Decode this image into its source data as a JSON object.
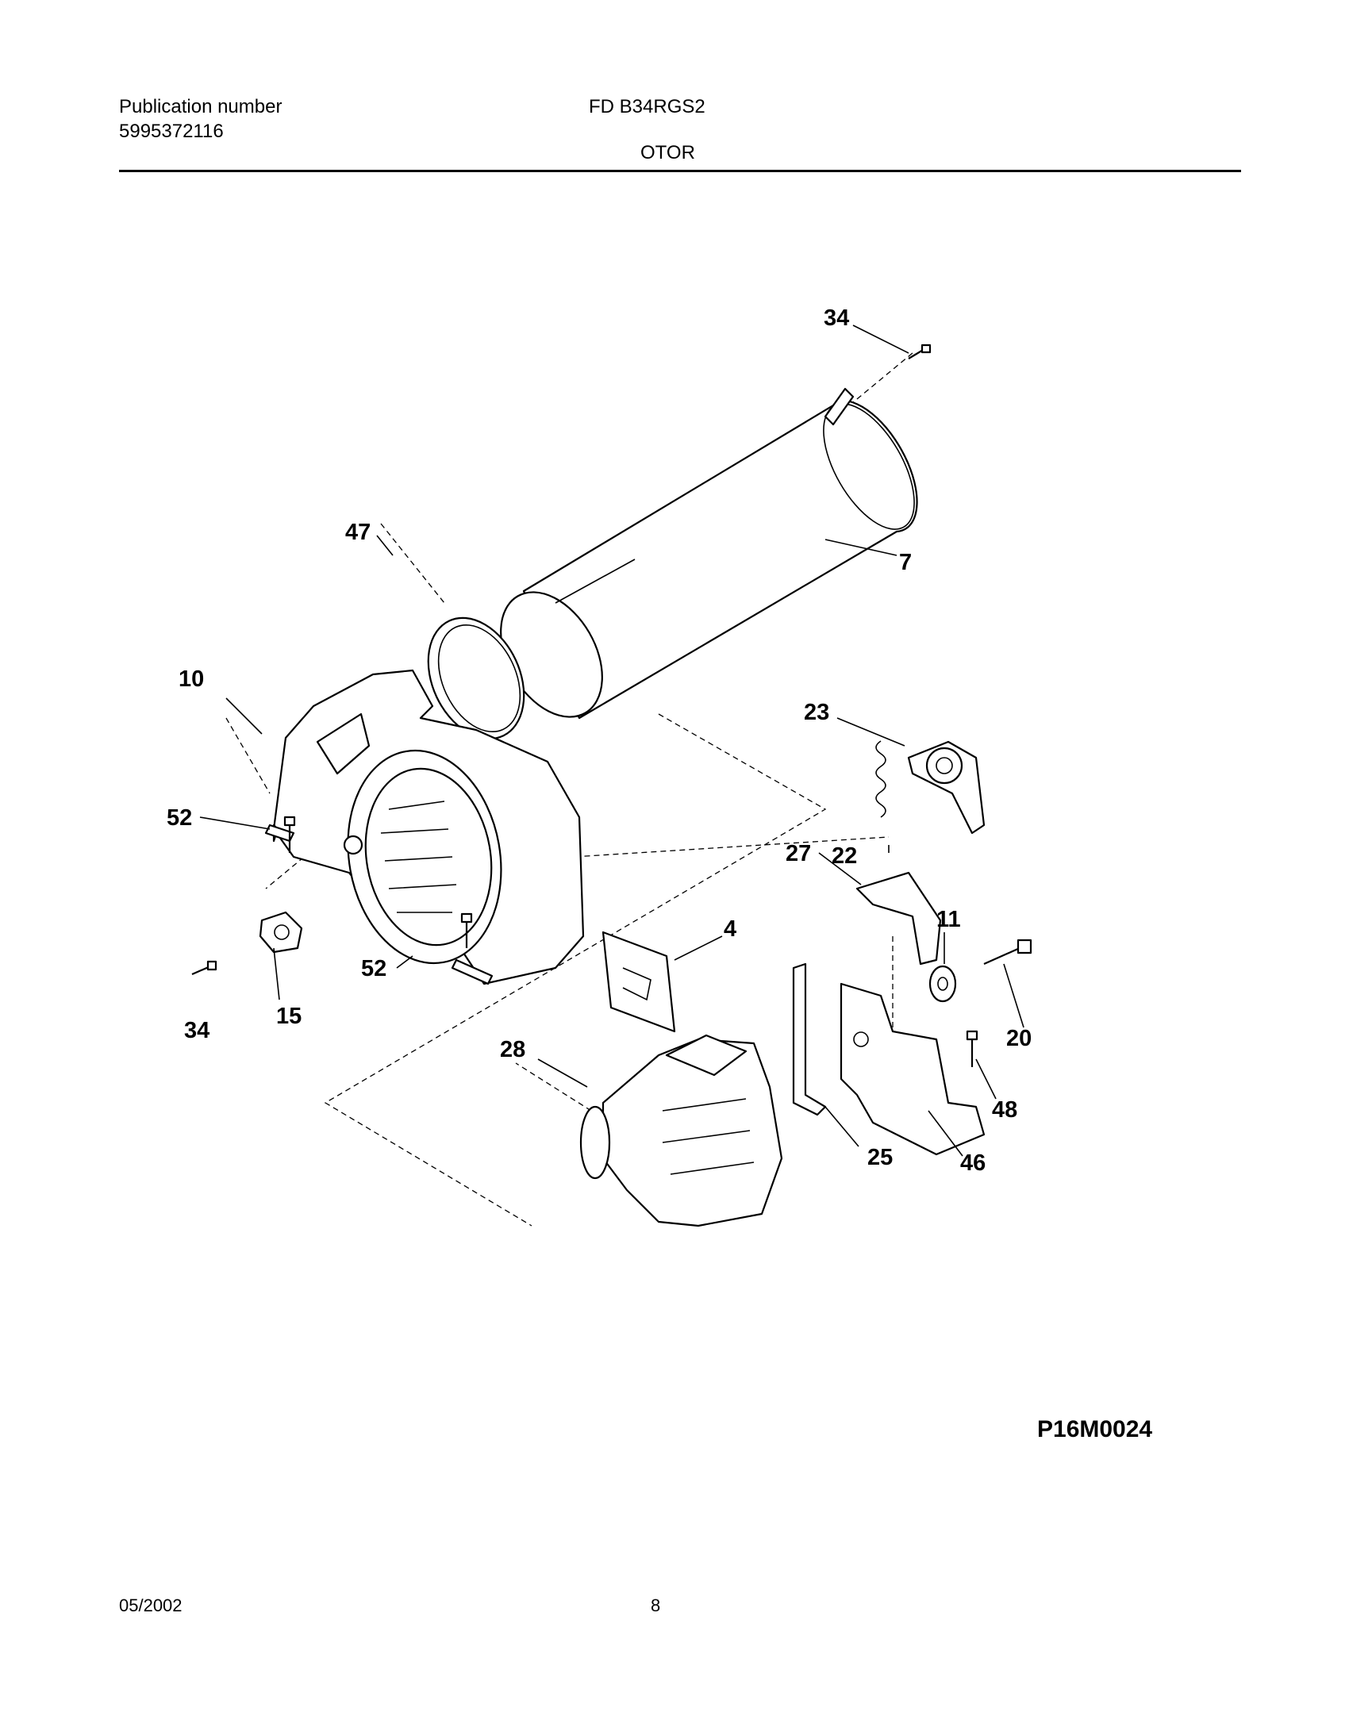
{
  "header": {
    "publication_label": "Publication number",
    "publication_number": "5995372116",
    "model": "FD  B34RGS2",
    "section_title": "OTOR"
  },
  "diagram": {
    "code": "P16M0024",
    "callouts": {
      "c34a": "34",
      "c47": "47",
      "c7": "7",
      "c10": "10",
      "c23": "23",
      "c52a": "52",
      "c22": "22",
      "c27": "27",
      "c11": "11",
      "c4": "4",
      "c52b": "52",
      "c20": "20",
      "c34b": "34",
      "c15": "15",
      "c28": "28",
      "c48": "48",
      "c25": "25",
      "c46": "46"
    }
  },
  "footer": {
    "date": "05/2002",
    "page": "8"
  }
}
